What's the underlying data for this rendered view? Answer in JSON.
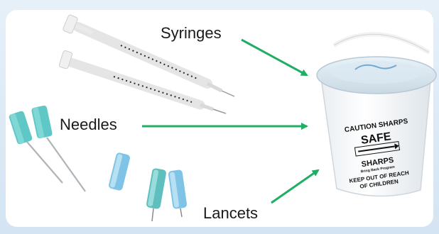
{
  "labels": {
    "syringes": "Syringes",
    "needles": "Needles",
    "lancets": "Lancets"
  },
  "bucket": {
    "caution": "CAUTION SHARPS",
    "safe": "SAFE",
    "sharps": "SHARPS",
    "small_print": "Bring Back Program",
    "keep_out_1": "KEEP OUT OF REACH",
    "keep_out_2": "OF CHILDREN"
  },
  "colors": {
    "arrow": "#1fae63",
    "needle_hub": "#5fc7c6",
    "lancet": "#7fc4e6",
    "bucket": "#ffffff",
    "handle": "#f2f2f2"
  }
}
